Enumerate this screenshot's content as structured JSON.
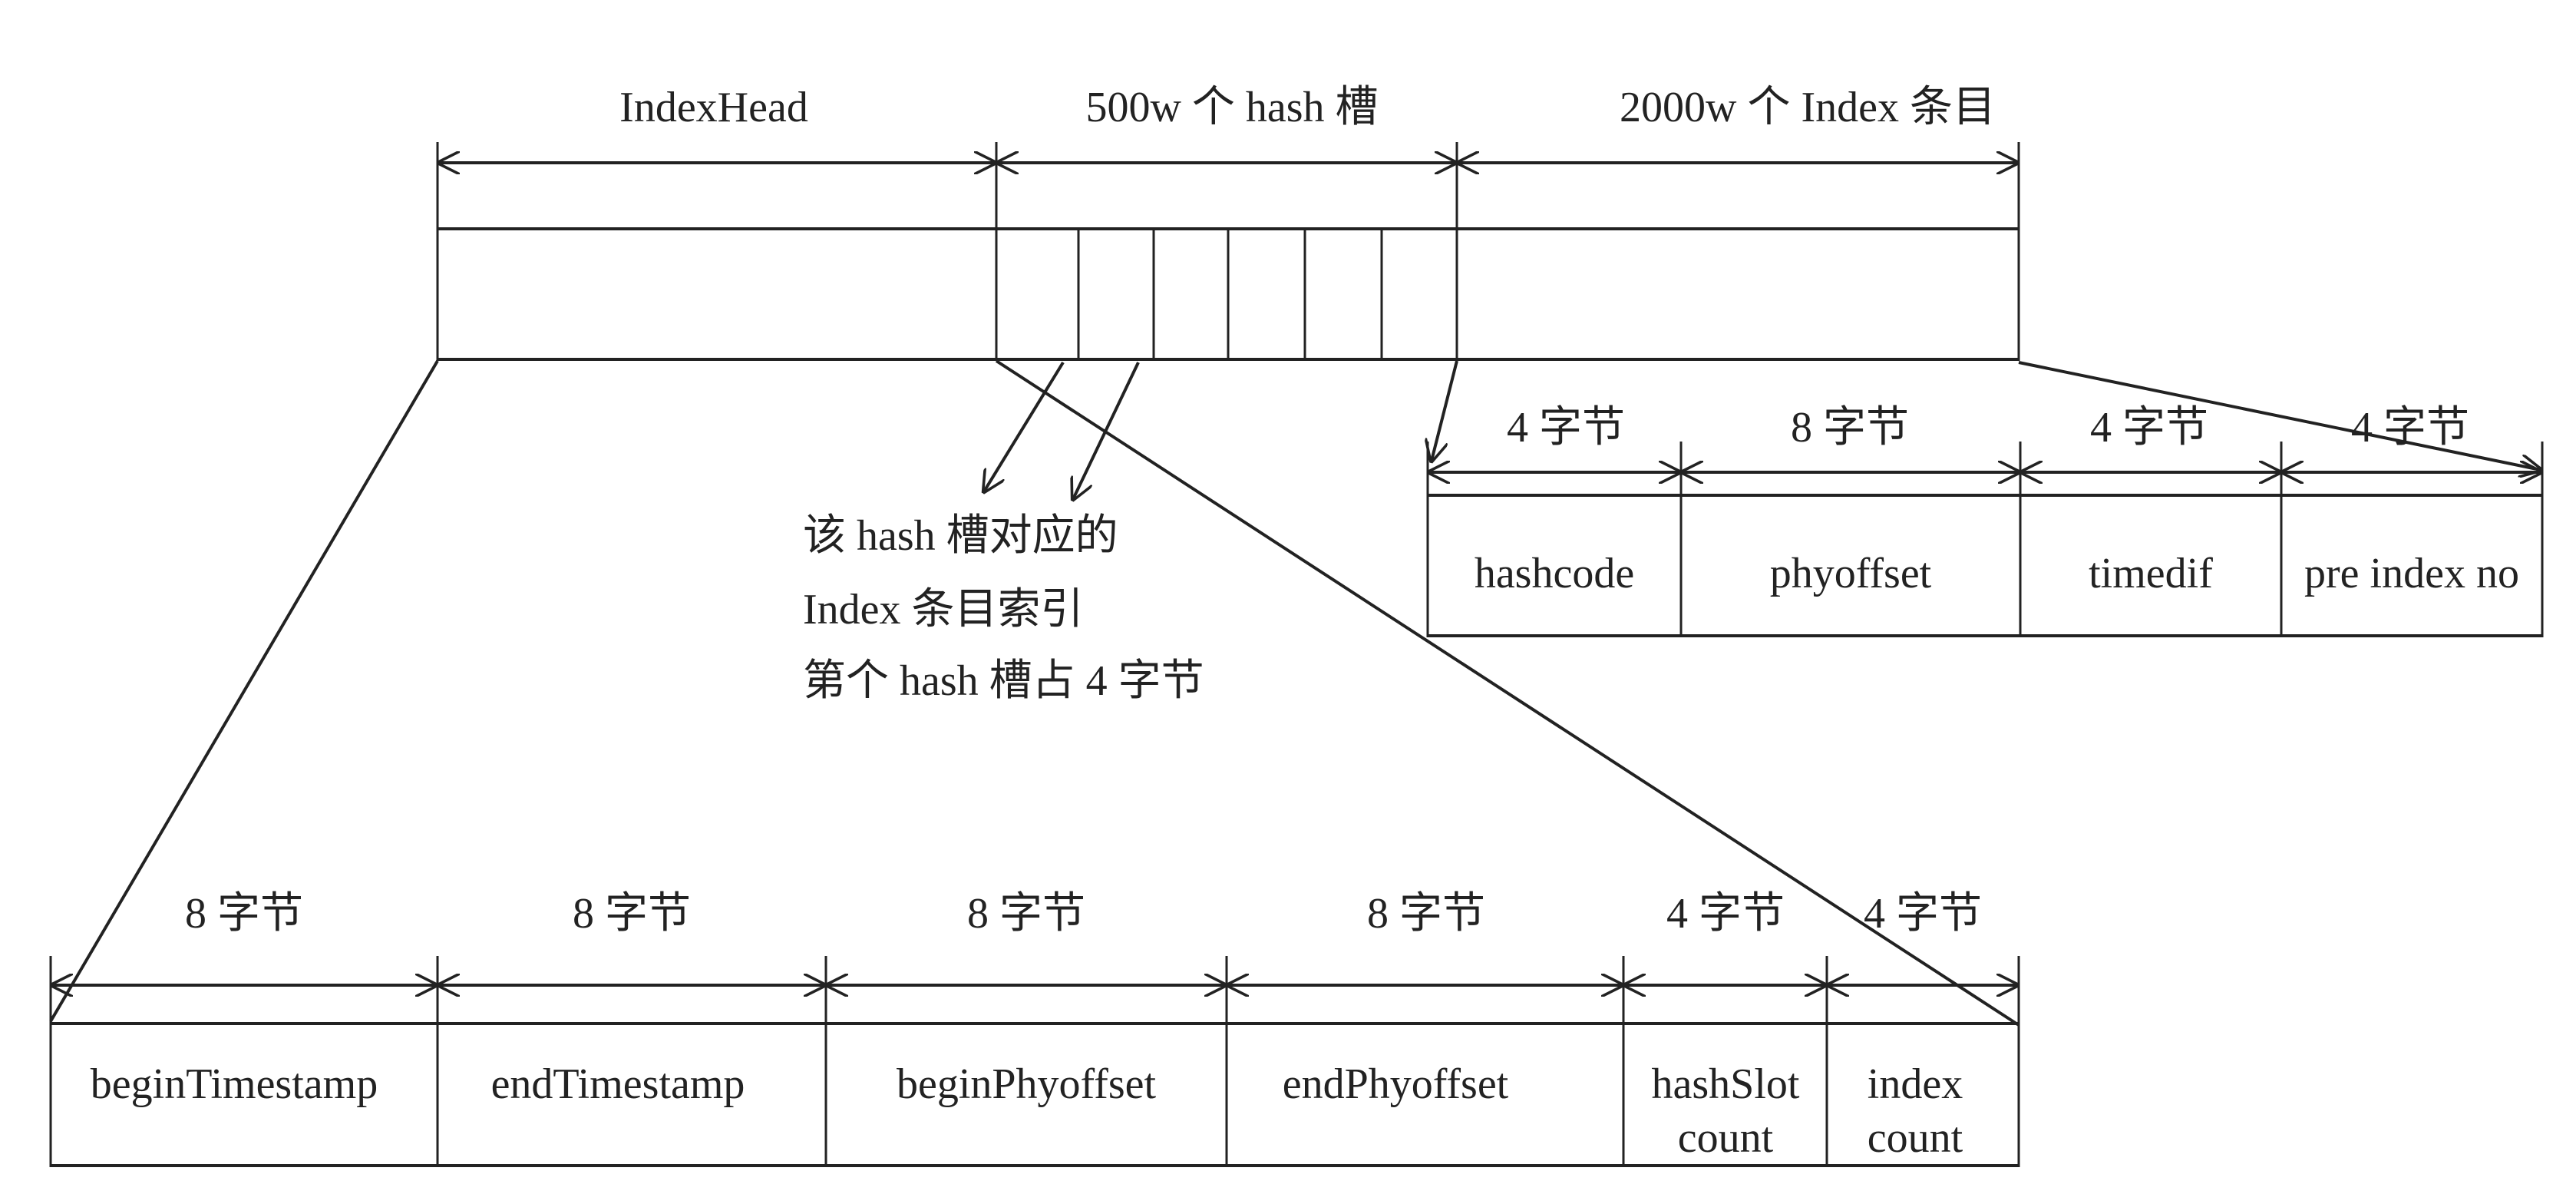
{
  "top_labels": {
    "index_head": "IndexHead",
    "hash_slots": "500w 个 hash 槽",
    "index_entries": "2000w 个 Index 条目"
  },
  "index_entry": {
    "sizes": [
      "4 字节",
      "8 字节",
      "4 字节",
      "4 字节"
    ],
    "fields": [
      "hashcode",
      "phyoffset",
      "timedif",
      "pre index no"
    ]
  },
  "annotation": {
    "lines": [
      "该 hash 槽对应的",
      "Index 条目索引",
      "第个 hash 槽占 4 字节"
    ]
  },
  "index_head": {
    "sizes": [
      "8 字节",
      "8 字节",
      "8 字节",
      "8 字节",
      "4 字节",
      "4 字节"
    ],
    "fields": [
      [
        "beginTimestamp"
      ],
      [
        "endTimestamp"
      ],
      [
        "beginPhyoffset"
      ],
      [
        "endPhyoffset"
      ],
      [
        "hashSlot",
        "count"
      ],
      [
        "index",
        "count"
      ]
    ]
  }
}
